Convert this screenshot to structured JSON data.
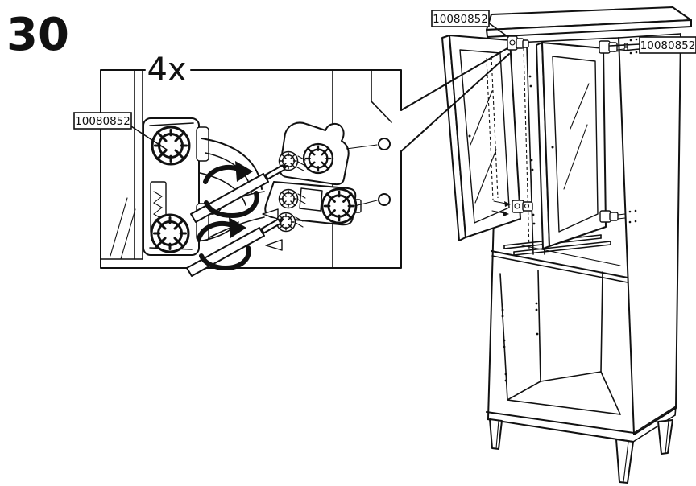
{
  "step": {
    "number": "30"
  },
  "inset": {
    "quantity_label": "4x",
    "part_label": "10080852"
  },
  "cabinet_labels": {
    "left_door": "10080852",
    "right_door": "10080852"
  },
  "colors": {
    "line": "#111111",
    "background": "#ffffff"
  }
}
